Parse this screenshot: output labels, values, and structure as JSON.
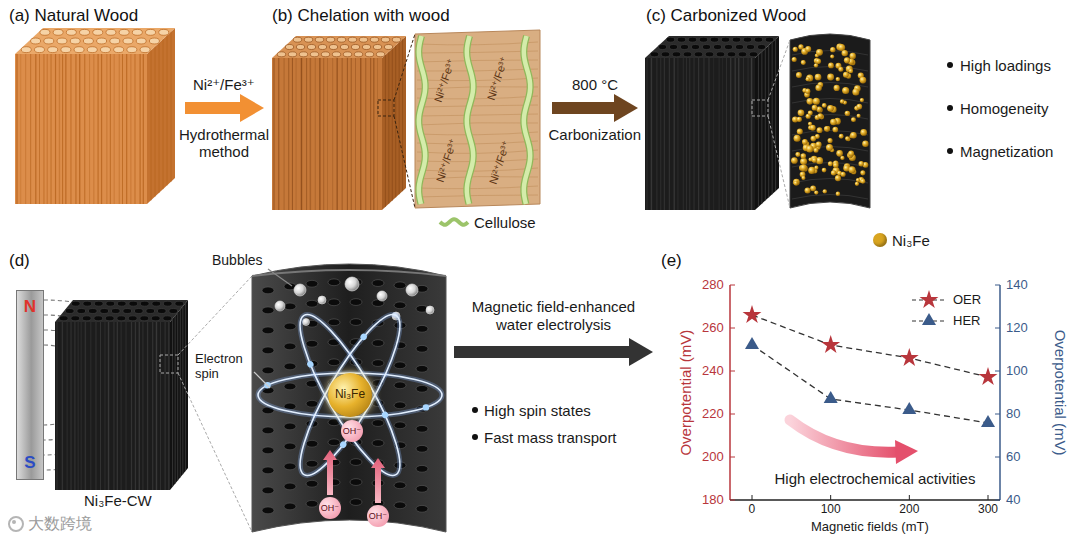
{
  "diagram": {
    "nodes": [
      {
        "text": [
          "(a) Natural Wood"
        ]
      },
      {
        "text": [
          "(b) Chelation with wood"
        ]
      },
      {
        "text": [
          "(c) Carbonized Wood"
        ]
      },
      {
        "text": [
          "(d)"
        ]
      },
      {
        "text": [
          "N",
          "S"
        ],
        "in": 3
      },
      {
        "text": [
          "Ni₃Fe"
        ],
        "in": 3
      },
      {
        "text": [
          "OH⁻"
        ],
        "in": 3
      },
      {
        "text": [
          "OH⁻"
        ],
        "in": 3
      },
      {
        "text": [
          "OH⁻"
        ],
        "in": 3
      },
      {
        "text": [
          "(e)"
        ]
      }
    ],
    "edges": [
      {
        "from": 0,
        "to": 1,
        "arrow": "to"
      },
      {
        "from": 1,
        "to": 2,
        "arrow": "to"
      },
      {
        "from": 3,
        "to": 9,
        "arrow": "to",
        "label": "Magnetic field-enhanced water electrolysis"
      }
    ],
    "labels": [
      "Ni²⁺/Fe³⁺",
      "Hydrothermal method",
      "Ni²⁺/Fe³⁺",
      "Ni²⁺/Fe³⁺",
      "Ni²⁺/Fe³⁺",
      "Ni²⁺/Fe³⁺",
      "800 °C",
      "Carbonization",
      "High loadings",
      "Homogeneity",
      "Magnetization",
      "Bubbles",
      "Electron spin",
      "Ni₃Fe-CW",
      "High spin states",
      "Fast mass transport",
      "Overpotential (mV)",
      "Overpotential (mV)",
      "Magnetic fields (mT)",
      "280",
      "260",
      "240",
      "220",
      "200",
      "180",
      "140",
      "120",
      "100",
      "80",
      "60",
      "40",
      "0",
      "100",
      "200",
      "300",
      "High electrochemical activities",
      "大数跨境"
    ],
    "legend": [
      {
        "text": "Cellulose"
      },
      {
        "text": "Ni₃Fe",
        "color": "#d9a520"
      },
      {
        "text": "OER"
      },
      {
        "text": "HER"
      }
    ]
  }
}
